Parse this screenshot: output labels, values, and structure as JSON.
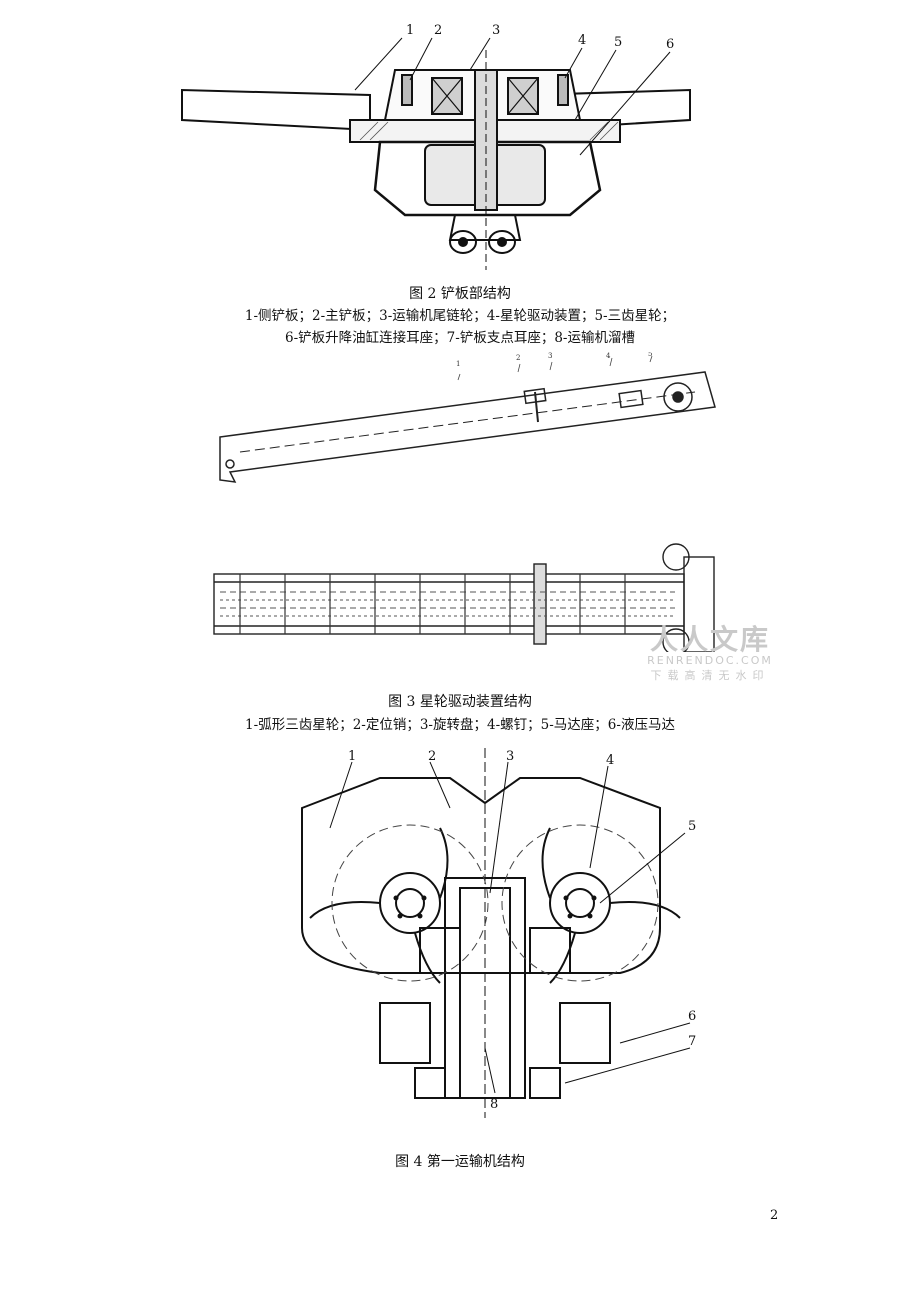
{
  "figures": [
    {
      "caption": "图 2    铲板部结构",
      "legend_lines": [
        "1-侧铲板；2-主铲板；3-运输机尾链轮；4-星轮驱动装置；5-三齿星轮；",
        "6-铲板升降油缸连接耳座；7-铲板支点耳座；8-运输机溜槽"
      ],
      "callouts": [
        "1",
        "2",
        "3",
        "4",
        "5",
        "6"
      ]
    },
    {
      "caption": "图 3    星轮驱动装置结构",
      "legend_lines": [
        "1-弧形三齿星轮；2-定位销；3-旋转盘；4-螺钉；5-马达座；6-液压马达"
      ],
      "callouts": [
        "1",
        "2",
        "3",
        "4",
        "5"
      ]
    },
    {
      "caption": "图 4  第一运输机结构",
      "callouts": [
        "1",
        "2",
        "3",
        "4",
        "5",
        "6",
        "7",
        "8"
      ]
    }
  ],
  "watermark": {
    "title": "人人文库",
    "domain": "RENRENDOC.COM",
    "slogan": "下载高清无水印"
  },
  "page_number": "2"
}
